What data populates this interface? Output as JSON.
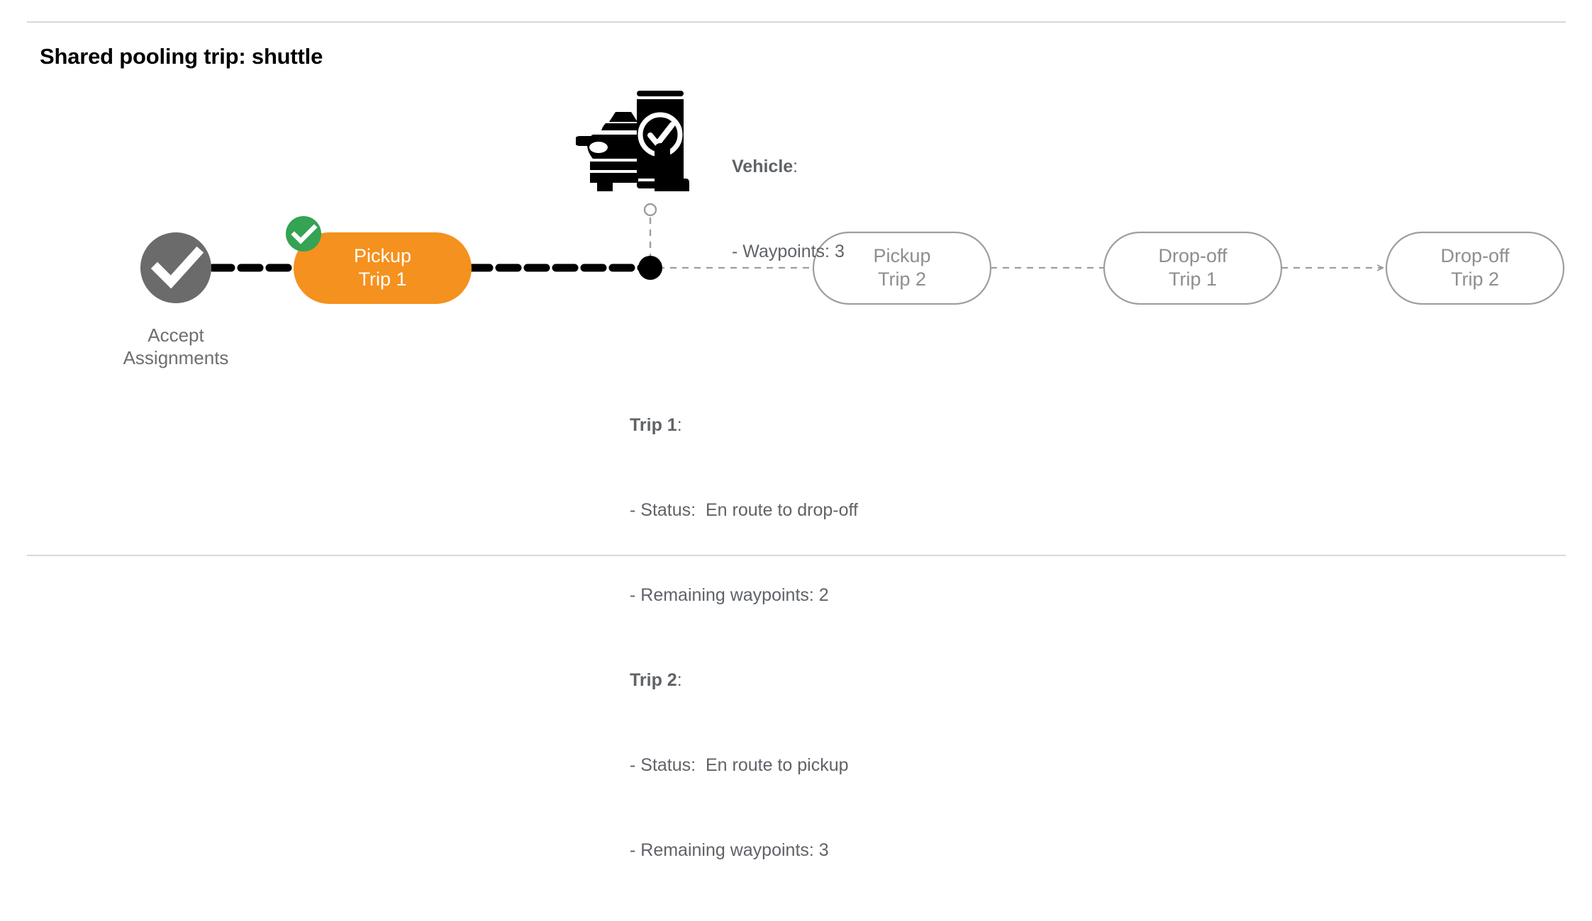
{
  "page": {
    "title": "Shared pooling trip: shuttle",
    "background": "#ffffff",
    "divider_color": "#d8d8d8"
  },
  "colors": {
    "active_node": "#F5911E",
    "active_node_text": "#ffffff",
    "completed_circle": "#6b6b6b",
    "badge_green": "#34A353",
    "inactive_stroke": "#9e9e9e",
    "inactive_text": "#8e8e8e",
    "annotation_text": "#5f6368",
    "solid_path": "#000000",
    "pending_path": "#9e9e9e"
  },
  "flow": {
    "start_node": {
      "type": "circle",
      "icon": "check-icon",
      "state": "completed",
      "caption": "Accept\nAssignments"
    },
    "nodes": [
      {
        "id": "pickup-trip-1",
        "label": "Pickup\nTrip 1",
        "state": "active",
        "badge": "check-badge-icon"
      },
      {
        "id": "pickup-trip-2",
        "label": "Pickup\nTrip 2",
        "state": "pending",
        "badge": null
      },
      {
        "id": "dropoff-trip-1",
        "label": "Drop-off\nTrip 1",
        "state": "pending",
        "badge": null
      },
      {
        "id": "dropoff-trip-2",
        "label": "Drop-off\nTrip 2",
        "state": "pending",
        "badge": null
      }
    ],
    "current_position_marker": {
      "type": "filled-dot",
      "stop_marker": "hollow-circle-icon"
    }
  },
  "vehicle_panel": {
    "icon": "vehicle-phone-check-icon",
    "heading": "Vehicle",
    "heading_suffix": ":",
    "lines": [
      "- Waypoints: 3"
    ]
  },
  "trips_panel": {
    "groups": [
      {
        "heading": "Trip 1",
        "heading_suffix": ":",
        "lines": [
          "- Status:  En route to drop-off",
          "- Remaining waypoints: 2"
        ]
      },
      {
        "heading": "Trip 2",
        "heading_suffix": ":",
        "lines": [
          "- Status:  En route to pickup",
          "- Remaining waypoints: 3"
        ]
      }
    ]
  }
}
